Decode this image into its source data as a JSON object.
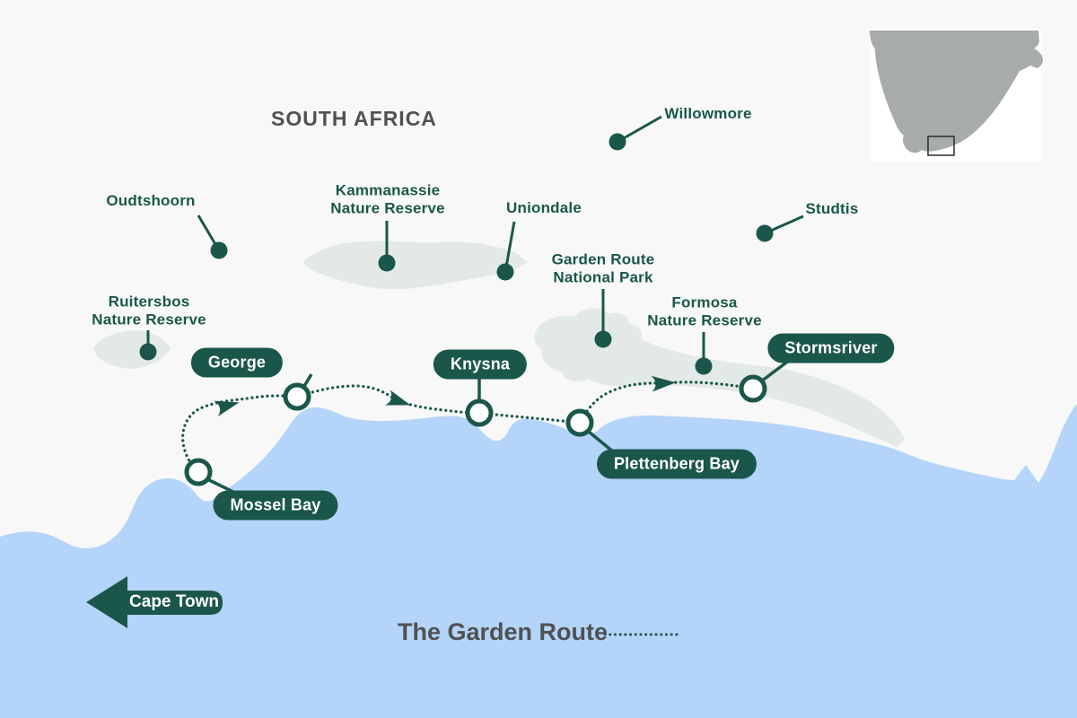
{
  "map": {
    "country_label": "SOUTH AFRICA",
    "title": "The Garden Route"
  },
  "stops": {
    "cape_town": {
      "label": "Cape Town"
    },
    "mossel_bay": {
      "label": "Mossel Bay"
    },
    "george": {
      "label": "George"
    },
    "knysna": {
      "label": "Knysna"
    },
    "plettenberg_bay": {
      "label": "Plettenberg Bay"
    },
    "stormsriver": {
      "label": "Stormsriver"
    }
  },
  "route_sequence": [
    "Cape Town",
    "Mossel Bay",
    "George",
    "Knysna",
    "Plettenberg Bay",
    "Stormsriver"
  ],
  "pois": {
    "willowmore": {
      "label": "Willowmore"
    },
    "oudtshoorn": {
      "label": "Oudtshoorn"
    },
    "kammanassie": {
      "line1": "Kammanassie",
      "line2": "Nature Reserve"
    },
    "uniondale": {
      "label": "Uniondale"
    },
    "studtis": {
      "label": "Studtis"
    },
    "garden_route_np": {
      "line1": "Garden Route",
      "line2": "National Park"
    },
    "formosa": {
      "line1": "Formosa",
      "line2": "Nature Reserve"
    },
    "ruitersbos": {
      "line1": "Ruitersbos",
      "line2": "Nature Reserve"
    }
  },
  "colors": {
    "accent_green": "#1a574a",
    "ocean_blue": "#b4d4f9",
    "land_gray": "#f7f8f7",
    "park_gray_green": "#e3e9e6",
    "inset_gray": "#a7abaa",
    "heading_gray": "#4f5152"
  }
}
